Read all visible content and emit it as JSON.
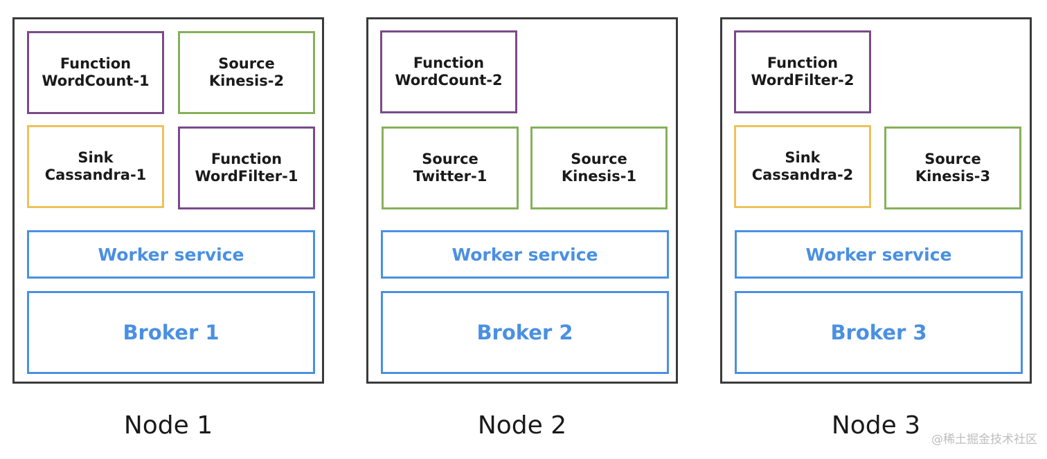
{
  "nodes": [
    {
      "label": "Node 1",
      "components": [
        {
          "kind": "Function",
          "name": "WordCount-1"
        },
        {
          "kind": "Source",
          "name": "Kinesis-2"
        },
        {
          "kind": "Sink",
          "name": "Cassandra-1"
        },
        {
          "kind": "Function",
          "name": "WordFilter-1"
        }
      ],
      "worker": "Worker service",
      "broker": "Broker 1"
    },
    {
      "label": "Node 2",
      "components": [
        {
          "kind": "Function",
          "name": "WordCount-2"
        },
        {
          "kind": "Source",
          "name": "Twitter-1"
        },
        {
          "kind": "Source",
          "name": "Kinesis-1"
        }
      ],
      "worker": "Worker service",
      "broker": "Broker 2"
    },
    {
      "label": "Node 3",
      "components": [
        {
          "kind": "Function",
          "name": "WordFilter-2"
        },
        {
          "kind": "Sink",
          "name": "Cassandra-2"
        },
        {
          "kind": "Source",
          "name": "Kinesis-3"
        }
      ],
      "worker": "Worker service",
      "broker": "Broker 3"
    }
  ],
  "colors": {
    "function": "#7a4a88",
    "source": "#86b05a",
    "sink": "#ecc25a",
    "service": "#4a90e2",
    "node_border": "#3a3a3a"
  },
  "watermark": "@稀土掘金技术社区"
}
